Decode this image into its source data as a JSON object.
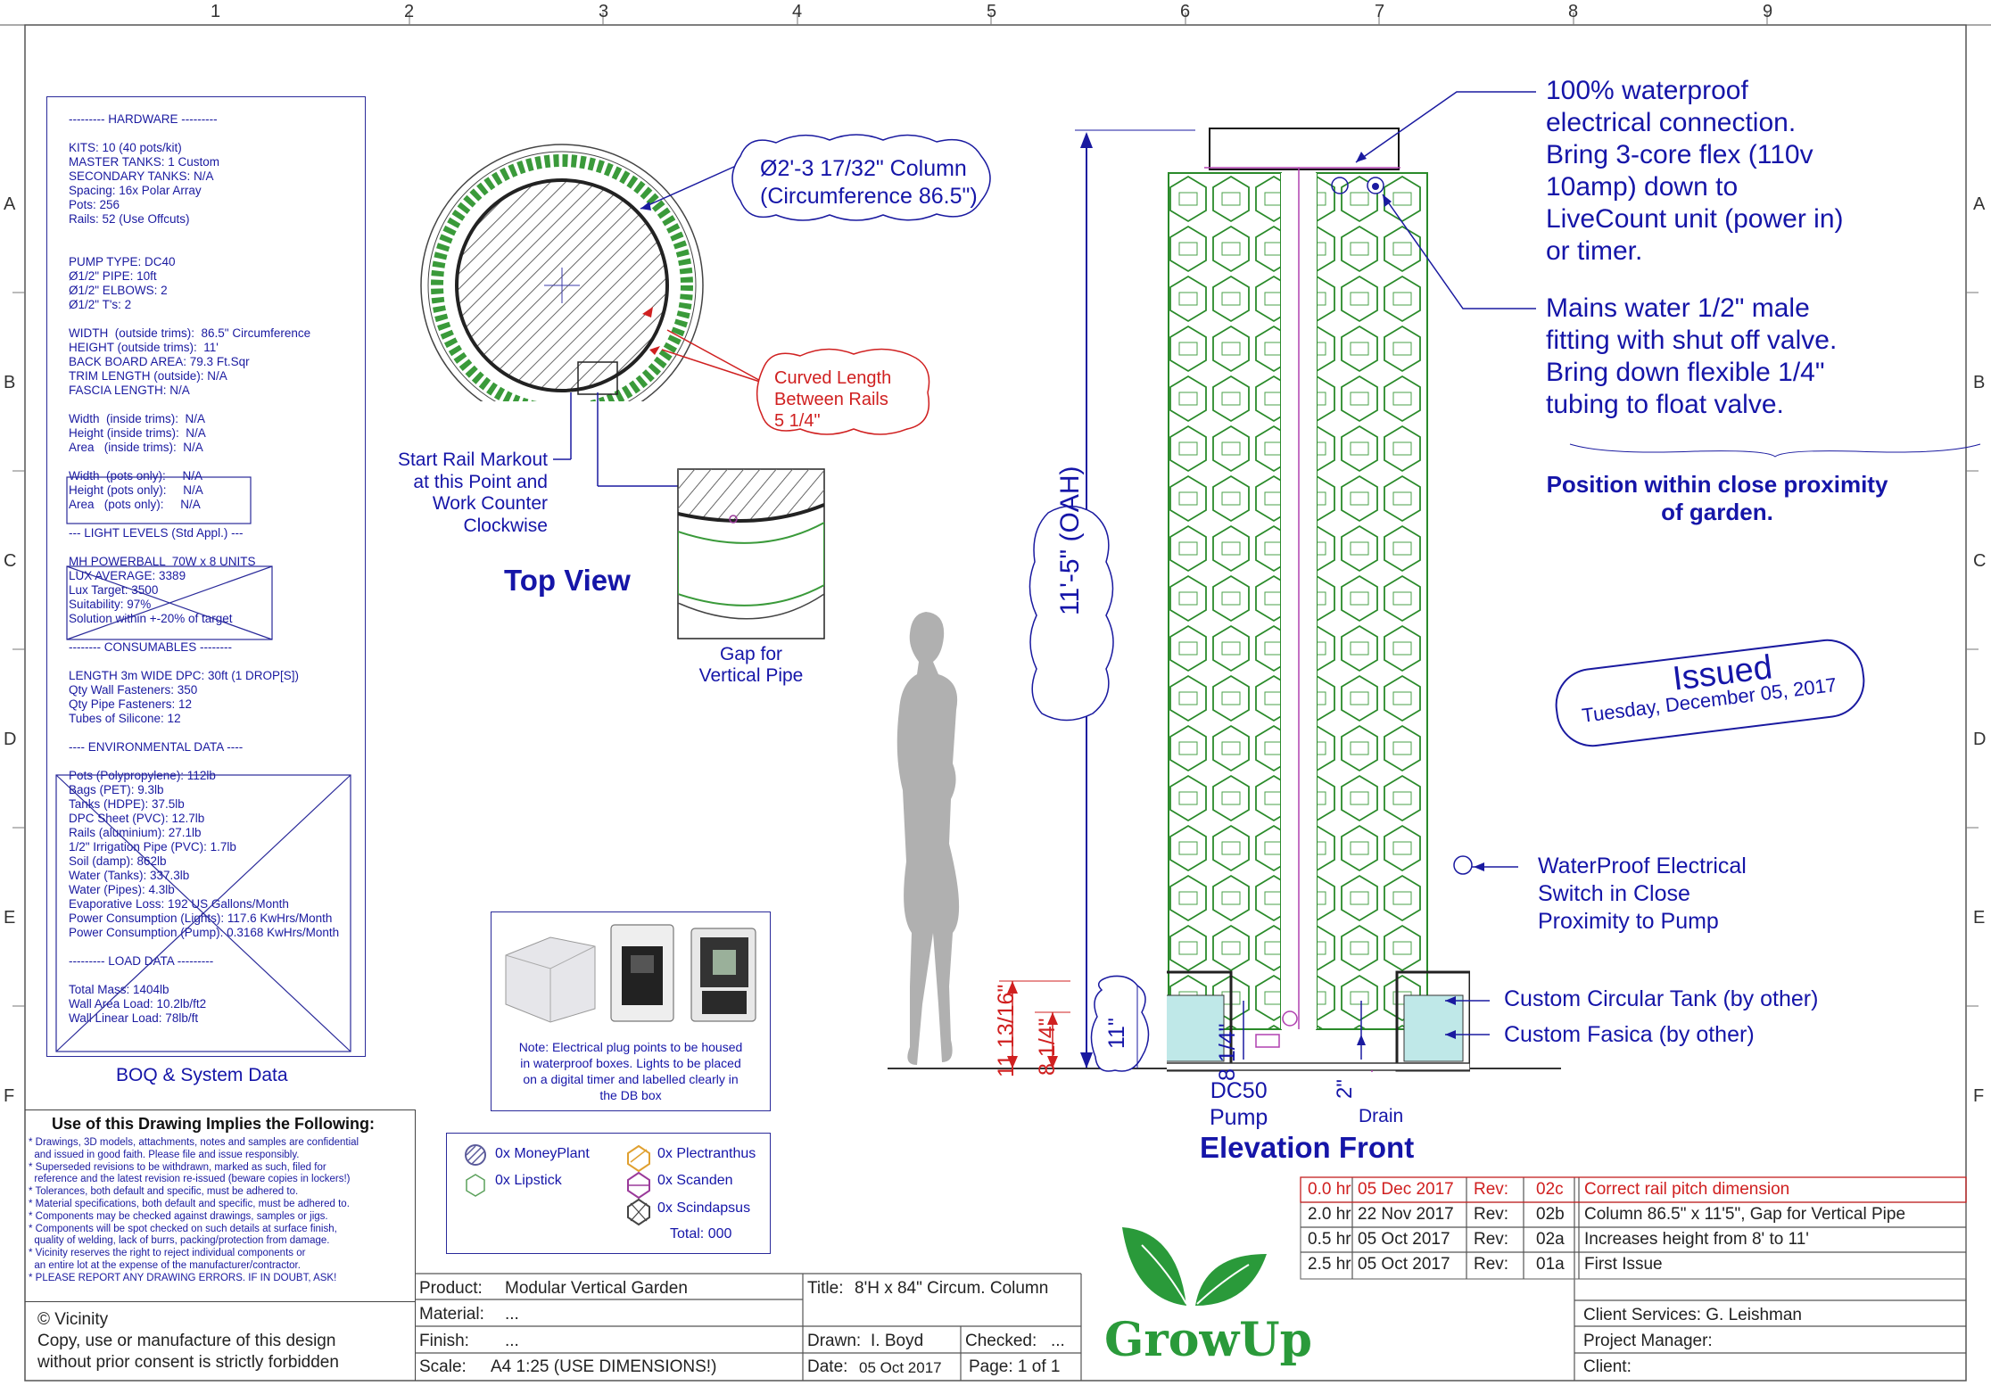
{
  "grid": {
    "columns": [
      "1",
      "2",
      "3",
      "4",
      "5",
      "6",
      "7",
      "8",
      "9"
    ],
    "rows": [
      "A",
      "B",
      "C",
      "D",
      "E",
      "F"
    ]
  },
  "boq": {
    "lines": [
      "--------- HARDWARE ---------",
      "",
      "KITS: 10 (40 pots/kit)",
      "MASTER TANKS: 1 Custom",
      "SECONDARY TANKS: N/A",
      "Spacing: 16x Polar Array",
      "Pots: 256",
      "Rails: 52 (Use Offcuts)",
      "",
      "",
      "PUMP TYPE: DC40",
      "Ø1/2\" PIPE: 10ft",
      "Ø1/2\" ELBOWS: 2",
      "Ø1/2\" T's: 2",
      "",
      "WIDTH  (outside trims):  86.5\" Circumference",
      "HEIGHT (outside trims):  11'",
      "BACK BOARD AREA: 79.3 Ft.Sqr",
      "TRIM LENGTH (outside): N/A",
      "FASCIA LENGTH: N/A",
      "",
      "Width  (inside trims):  N/A",
      "Height (inside trims):  N/A",
      "Area   (inside trims):  N/A",
      "",
      "Width  (pots only):     N/A",
      "Height (pots only):     N/A",
      "Area   (pots only):     N/A",
      "",
      "--- LIGHT LEVELS (Std Appl.) ---",
      "",
      "MH POWERBALL  70W x 8 UNITS",
      "LUX AVERAGE: 3389",
      "Lux Target: 3500",
      "Suitability: 97%",
      "Solution within +-20% of target",
      "",
      "-------- CONSUMABLES --------",
      "",
      "LENGTH 3m WIDE DPC: 30ft (1 DROP[S])",
      "Qty Wall Fasteners: 350",
      "Qty Pipe Fasteners: 12",
      "Tubes of Silicone: 12",
      "",
      "---- ENVIRONMENTAL DATA ----",
      "",
      "Pots (Polypropylene): 112lb",
      "Bags (PET): 9.3lb",
      "Tanks (HDPE): 37.5lb",
      "DPC Sheet (PVC): 12.7lb",
      "Rails (aluminium): 27.1lb",
      "1/2\" Irrigation Pipe (PVC): 1.7lb",
      "Soil (damp): 862lb",
      "Water (Tanks): 337.3lb",
      "Water (Pipes): 4.3lb",
      "Evaporative Loss: 192 US Gallons/Month",
      "Power Consumption (Lights): 117.6 KwHrs/Month",
      "Power Consumption (Pump): 0.3168 KwHrs/Month",
      "",
      "--------- LOAD DATA ---------",
      "",
      "Total Mass: 1404lb",
      "Wall Area Load: 10.2lb/ft2",
      "Wall Linear Load: 78lb/ft"
    ],
    "caption": "BOQ & System Data"
  },
  "top_view": {
    "diameter_line1": "Ø2'-3 17/32\" Column",
    "diameter_line2": "(Circumference 86.5\")",
    "curved_line1": "Curved Length",
    "curved_line2": "Between Rails",
    "curved_line3": "5 1/4\"",
    "start_line1": "Start Rail Markout",
    "start_line2": "at this Point and",
    "start_line3": "Work Counter",
    "start_line4": "Clockwise",
    "title": "Top View",
    "gap_line1": "Gap for",
    "gap_line2": "Vertical Pipe"
  },
  "elevation": {
    "height_label": "11'-5\" (OAH)",
    "dim_11_13_16": "11 13/16\"",
    "dim_8_1_4_left": "8 1/4\"",
    "dim_11": "11\"",
    "dim_8_1_4_right": "8 1/4\"",
    "dim_2": "2\"",
    "pump_line1": "DC50",
    "pump_line2": "Pump",
    "drain": "Drain",
    "title": "Elevation Front",
    "electrical_lines": [
      "100% waterproof",
      "electrical connection.",
      "Bring 3-core flex (110v",
      "10amp) down to",
      "LiveCount unit (power in)",
      "or timer."
    ],
    "mains_lines": [
      "Mains water 1/2\" male",
      "fitting with shut off valve.",
      "Bring down flexible 1/4\"",
      "tubing to float valve."
    ],
    "position_line1": "Position within close proximity",
    "position_line2": "of garden.",
    "switch_lines": [
      "WaterProof Electrical",
      "Switch in Close",
      "Proximity to Pump"
    ],
    "tank_label": "Custom Circular Tank (by other)",
    "fascia_label": "Custom Fasica (by other)"
  },
  "stamp": {
    "title": "Issued",
    "date": "Tuesday, December 05, 2017"
  },
  "note_box": {
    "text_lines": [
      "Note: Electrical plug points to be housed",
      "in waterproof boxes. Lights to be placed",
      "on a digital timer and labelled clearly in",
      "the DB box"
    ]
  },
  "plant_legend": {
    "items": [
      {
        "label": "0x MoneyPlant",
        "color": "#5a5a9a"
      },
      {
        "label": "0x Plectranthus",
        "color": "#e0a030"
      },
      {
        "label": "0x Lipstick",
        "color": "#5aa05a"
      },
      {
        "label": "0x Scanden",
        "color": "#9a3a9a"
      },
      {
        "label": "0x Scindapsus",
        "color": "#444444"
      }
    ],
    "total": "Total: 000"
  },
  "usage_notes": {
    "title": "Use of this Drawing Implies the Following:",
    "lines": [
      "* Drawings, 3D models, attachments, notes and samples are confidential",
      "  and issued in good faith. Please file and issue responsibly.",
      "* Superseded revisions to be withdrawn, marked as such, filed for",
      "  reference and the latest revision re-issued (beware copies in lockers!)",
      "* Tolerances, both default and specific, must be adhered to.",
      "* Material specifications, both default and specific, must be adhered to.",
      "* Components may be checked against drawings, samples or jigs.",
      "* Components will be spot checked on such details at surface finish,",
      "  quality of welding, lack of burrs, packing/protection from damage.",
      "* Vicinity reserves the right to reject individual components or",
      "  an entire lot at the expense of the manufacturer/contractor.",
      "* PLEASE REPORT ANY DRAWING ERRORS. IF IN DOUBT, ASK!"
    ],
    "copyright": "© Vicinity",
    "copy_line1": "Copy, use or manufacture of this design",
    "copy_line2": "without prior consent is strictly forbidden"
  },
  "title_block": {
    "product_label": "Product:",
    "product_value": "Modular Vertical Garden",
    "material_label": "Material:",
    "material_value": "...",
    "finish_label": "Finish:",
    "finish_value": "...",
    "scale_label": "Scale:",
    "scale_value": "A4 1:25 (USE DIMENSIONS!)",
    "title_label": "Title:",
    "title_value": "8'H x 84\" Circum. Column",
    "drawn_label": "Drawn:",
    "drawn_value": "I. Boyd",
    "checked_label": "Checked:",
    "checked_value": "...",
    "date_label": "Date:",
    "date_value": "05 Oct 2017",
    "page_value": "Page: 1 of 1",
    "client_services": "Client Services: G. Leishman",
    "project_manager": "Project Manager:",
    "client": "Client:"
  },
  "revisions": [
    {
      "hours": "0.0 hr",
      "date": "05 Dec 2017",
      "rev_label": "Rev:",
      "rev": "02c",
      "desc": "Correct rail pitch dimension",
      "color": "#d02020"
    },
    {
      "hours": "2.0 hr",
      "date": "22 Nov 2017",
      "rev_label": "Rev:",
      "rev": "02b",
      "desc": "Column 86.5\" x 11'5\", Gap for Vertical Pipe",
      "color": "#222222"
    },
    {
      "hours": "0.5 hr",
      "date": "05 Oct 2017",
      "rev_label": "Rev:",
      "rev": "02a",
      "desc": "Increases height from 8' to 11'",
      "color": "#222222"
    },
    {
      "hours": "2.5 hr",
      "date": "05 Oct 2017",
      "rev_label": "Rev:",
      "rev": "01a",
      "desc": "First Issue",
      "color": "#222222"
    }
  ],
  "logo": {
    "text": "GrowUp",
    "color": "#2a9a3a"
  }
}
